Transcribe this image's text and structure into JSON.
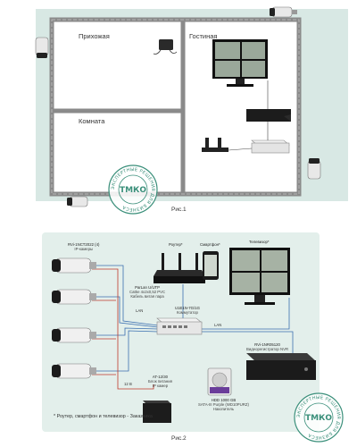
{
  "fig1": {
    "rooms": {
      "hallway": "Прихожая",
      "living_room": "Гостиная",
      "room": "Комната"
    },
    "caption": "Рис.1"
  },
  "fig2": {
    "caption": "Рис.2",
    "cameras": {
      "model": "RVi-1NCT2022 (4)",
      "desc": "IP-камеры"
    },
    "cable": {
      "line1": "ParLan U/UTP",
      "line2": "Cat5e 4х2х0,52 PVC",
      "line3": "Кабель витая пара"
    },
    "router": "Роутер*",
    "smartphone": "Смартфон*",
    "tv": "Телевизор*",
    "switch": {
      "model": "U1E1N-7G/1G",
      "desc": "Коммутатор"
    },
    "nvr": {
      "model": "RVi-1NR05120",
      "desc": "Видеорегистратор NVR"
    },
    "hdd": {
      "line1": "HDD 1000 GB",
      "line2": "SATA-III Purple (WD10PURZ)",
      "line3": "Накопитель"
    },
    "psu": {
      "model": "AT-12/30",
      "line2": "Блок питания",
      "line3": "IP камер"
    },
    "link_labels": {
      "lan_router": "LAN",
      "lan_nvr": "LAN",
      "volt": "12 В"
    },
    "footnote": "* Роутер, смартфон и телевизор - Заказчика"
  },
  "stamp": {
    "brand": "ТМКО",
    "ring_text": "ЭКСПЕРТНЫЕ РЕШЕНИЯ ДЛЯ БИЗНЕСА"
  }
}
